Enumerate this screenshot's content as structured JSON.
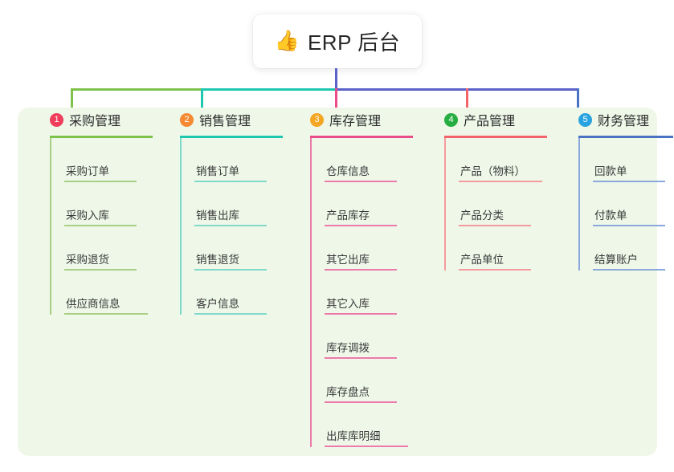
{
  "diagram": {
    "type": "mindmap",
    "root": {
      "emoji": "👍",
      "emoji_name": "thumbs-up-emoji",
      "title": "ERP 后台"
    },
    "panel_color": "#eef7e8",
    "bus_segments": [
      {
        "name": "bus-green",
        "color": "#7dc24b"
      },
      {
        "name": "bus-teal",
        "color": "#1fc7b0"
      },
      {
        "name": "bus-blue",
        "color": "#5a62c8"
      }
    ],
    "branches": [
      {
        "number": "1",
        "title": "采购管理",
        "badge_color": "#ef3e5c",
        "line_color": "#7dc24b",
        "leaf_color": "#a9cf85",
        "items": [
          "采购订单",
          "采购入库",
          "采购退货",
          "供应商信息"
        ]
      },
      {
        "number": "2",
        "title": "销售管理",
        "badge_color": "#f58a32",
        "line_color": "#1fc7b0",
        "leaf_color": "#7fd9cd",
        "items": [
          "销售订单",
          "销售出库",
          "销售退货",
          "客户信息"
        ]
      },
      {
        "number": "3",
        "title": "库存管理",
        "badge_color": "#f5a623",
        "line_color": "#ea4c89",
        "leaf_color": "#ec7bab",
        "items": [
          "仓库信息",
          "产品库存",
          "其它出库",
          "其它入库",
          "库存调拨",
          "库存盘点",
          "出库库明细"
        ]
      },
      {
        "number": "4",
        "title": "产品管理",
        "badge_color": "#27ae43",
        "line_color": "#f4636b",
        "leaf_color": "#f59a9f",
        "items": [
          "产品（物料）",
          "产品分类",
          "产品单位"
        ]
      },
      {
        "number": "5",
        "title": "财务管理",
        "badge_color": "#29a3e0",
        "line_color": "#4a73c4",
        "leaf_color": "#8ba8dd",
        "items": [
          "回款单",
          "付款单",
          "结算账户"
        ]
      }
    ]
  }
}
